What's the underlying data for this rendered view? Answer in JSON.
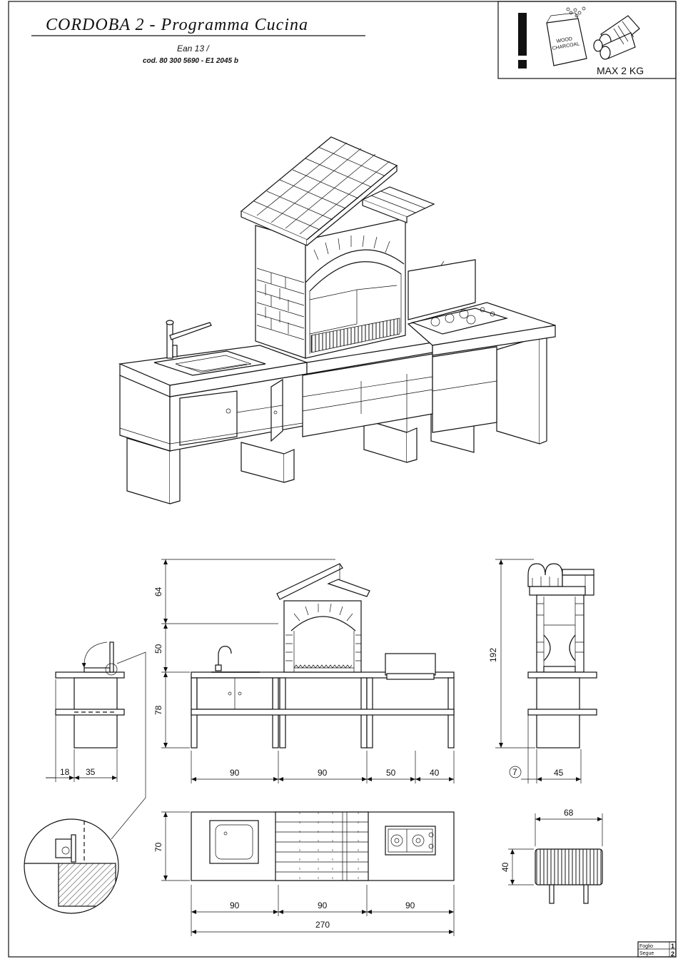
{
  "title": {
    "main": "CORDOBA   2 - Programma  Cucina",
    "ean": "Ean 13  /",
    "code": "cod. 80 300 5690 - E1 2045 b"
  },
  "warning": {
    "bag_text_1": "WOOD",
    "bag_text_2": "CHARCOAL",
    "max_load": "MAX 2 KG"
  },
  "front_view": {
    "height_dims": [
      "64",
      "50",
      "78"
    ],
    "width_dims": [
      "90",
      "90",
      "50",
      "40"
    ]
  },
  "side_view_left": {
    "dims": [
      "18",
      "35"
    ]
  },
  "side_view_right": {
    "total_height": "192",
    "circled": "7",
    "depth": "45"
  },
  "plan_view": {
    "depth": "70",
    "segments": [
      "90",
      "90",
      "90"
    ],
    "total": "270"
  },
  "grate_detail": {
    "width": "68",
    "height": "40"
  },
  "sheet_info": {
    "foglio_label": "Foglio",
    "foglio_value": "1",
    "segue_label": "Segue",
    "segue_value": "2"
  }
}
